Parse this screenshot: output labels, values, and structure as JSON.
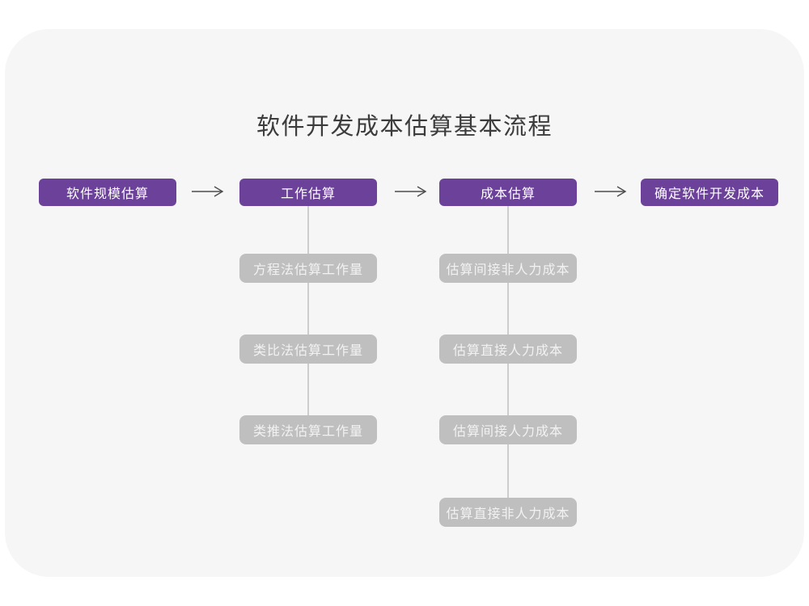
{
  "title": "软件开发成本估算基本流程",
  "colors": {
    "accent_purple": "#6B4199",
    "substep_gray": "#BFBFBF",
    "card_background": "#F6F6F7",
    "page_background": "#FFFFFF",
    "connector_line": "#CDCDCD",
    "arrow": "#4D4D4D",
    "title_text": "#3C3C3C"
  },
  "flow": {
    "stages": [
      {
        "label": "软件规模估算",
        "substeps": []
      },
      {
        "label": "工作估算",
        "substeps": [
          "方程法估算工作量",
          "类比法估算工作量",
          "类推法估算工作量"
        ]
      },
      {
        "label": "成本估算",
        "substeps": [
          "估算间接非人力成本",
          "估算直接人力成本",
          "估算间接人力成本",
          "估算直接非人力成本"
        ]
      },
      {
        "label": "确定软件开发成本",
        "substeps": []
      }
    ]
  }
}
